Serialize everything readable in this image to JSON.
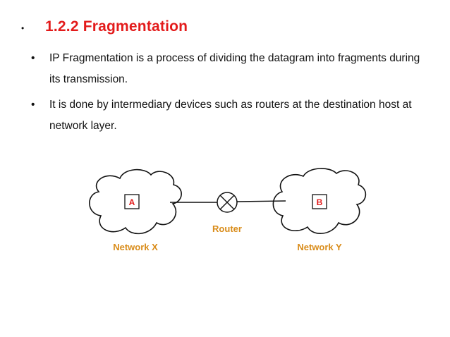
{
  "slide": {
    "title_bullet": "•",
    "title": "1.2.2 Fragmentation",
    "bullets": [
      {
        "marker": "•",
        "text": "IP Fragmentation is a process of dividing the datagram into fragments during its transmission."
      },
      {
        "marker": "•",
        "text": "It is done by intermediary devices such as routers at the destination host at network layer."
      }
    ]
  },
  "diagram": {
    "host_a": "A",
    "host_b": "B",
    "router_label": "Router",
    "network_x_label": "Network X",
    "network_y_label": "Network Y",
    "router_icon": "router-x-icon",
    "colors": {
      "title": "#e31b1b",
      "host_label": "#e31b1b",
      "orange_labels": "#d98c1a"
    }
  }
}
